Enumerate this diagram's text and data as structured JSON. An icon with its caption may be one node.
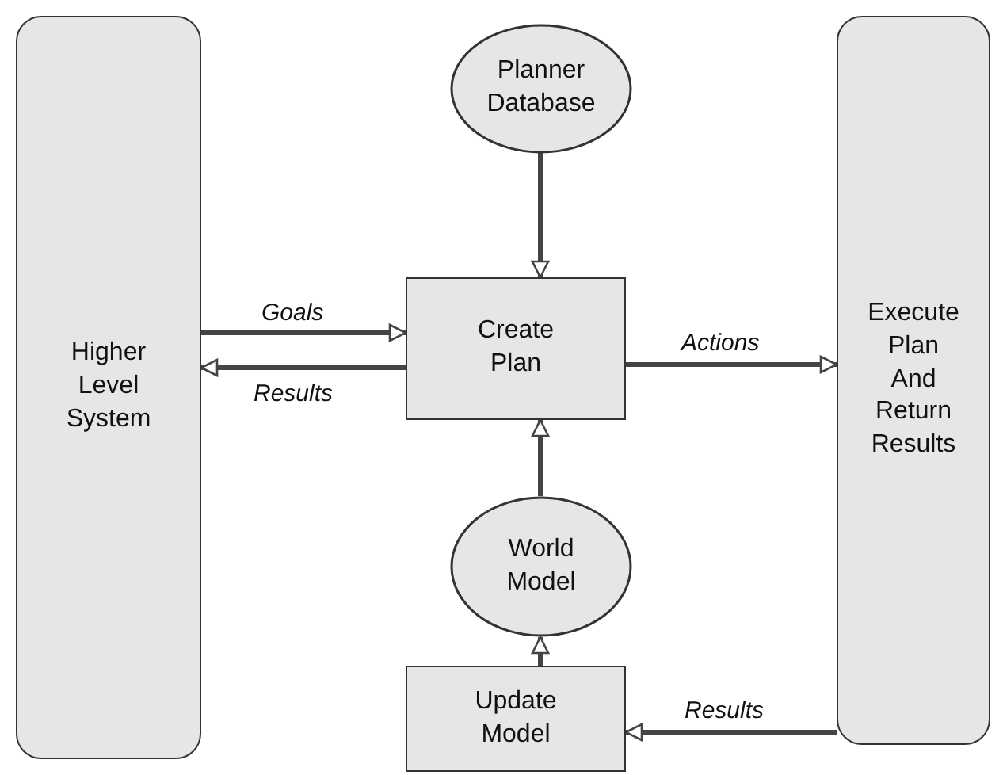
{
  "diagram": {
    "nodes": [
      {
        "text": [
          "Higher Level System"
        ]
      },
      {
        "text": [
          "Planner Database"
        ]
      },
      {
        "text": [
          "Create Plan"
        ]
      },
      {
        "text": [
          "Execute Plan And Return Results"
        ]
      },
      {
        "text": [
          "World Model"
        ]
      },
      {
        "text": [
          "Update Model"
        ]
      }
    ],
    "edges": [
      {
        "from": 1,
        "to": 2,
        "arrow": "to"
      },
      {
        "from": 0,
        "to": 2,
        "arrow": "to",
        "label": "Goals"
      },
      {
        "from": 2,
        "to": 0,
        "arrow": "to",
        "label": "Results"
      },
      {
        "from": 2,
        "to": 3,
        "arrow": "to",
        "label": "Actions"
      },
      {
        "from": 4,
        "to": 2,
        "arrow": "to"
      },
      {
        "from": 5,
        "to": 4,
        "arrow": "to"
      },
      {
        "from": 3,
        "to": 5,
        "arrow": "to",
        "label": "Results"
      }
    ]
  }
}
